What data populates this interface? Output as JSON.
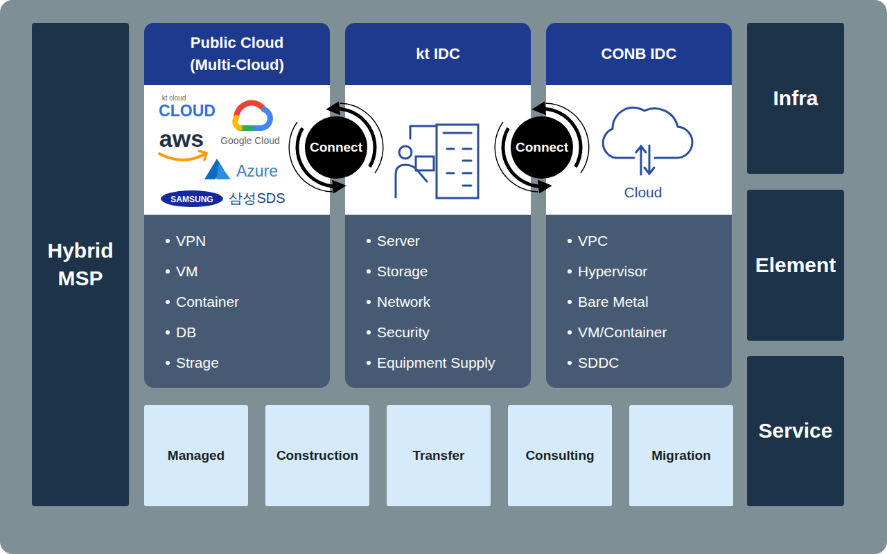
{
  "diagram": {
    "nodes": [
      {
        "text": [
          "Hybrid MSP"
        ]
      },
      {
        "text": [
          "Public Cloud (Multi-Cloud)",
          "VPN",
          "VM",
          "Container",
          "DB",
          "Strage"
        ]
      },
      {
        "text": [
          "Connect"
        ]
      },
      {
        "text": [
          "kt IDC",
          "Server",
          "Storage",
          "Network",
          "Security",
          "Equipment Supply"
        ]
      },
      {
        "text": [
          "Connect"
        ]
      },
      {
        "text": [
          "CONB IDC",
          "VPC",
          "Hypervisor",
          "Bare Metal",
          "VM/Container",
          "SDDC"
        ]
      },
      {
        "text": [
          "Managed"
        ]
      },
      {
        "text": [
          "Construction"
        ]
      },
      {
        "text": [
          "Transfer"
        ]
      },
      {
        "text": [
          "Consulting"
        ]
      },
      {
        "text": [
          "Migration"
        ]
      },
      {
        "text": [
          "Infra"
        ]
      },
      {
        "text": [
          "Element"
        ]
      },
      {
        "text": [
          "Service"
        ]
      }
    ],
    "labels": [
      "kt cloud",
      "CLOUD",
      "aws",
      "Google Cloud",
      "Azure",
      "SAMSUNG",
      "삼성SDS",
      "Cloud"
    ]
  }
}
